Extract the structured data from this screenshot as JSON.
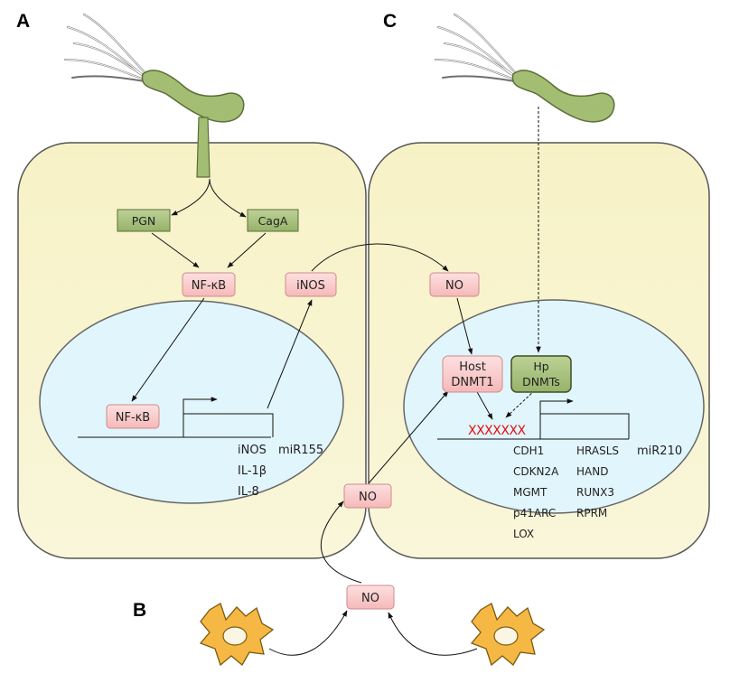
{
  "panels": {
    "a": "A",
    "b": "B",
    "c": "C"
  },
  "panel_a": {
    "pgn": "PGN",
    "caga": "CagA",
    "nfkb_cytoplasm": "NF-κB",
    "inos_cytoplasm": "iNOS",
    "nfkb_nucleus": "NF-κB",
    "targets_col1": [
      "iNOS",
      "IL-1β",
      "IL-8"
    ],
    "target_mirna": "miR155"
  },
  "panel_b": {
    "no_junction": "NO",
    "no_macrophage": "NO"
  },
  "panel_c": {
    "no_cytoplasm": "NO",
    "host_dnmt1": [
      "Host",
      "DNMT1"
    ],
    "hp_dnmts": [
      "Hp",
      "DNMTs"
    ],
    "methylation_marks": "XXXXXXX",
    "genes_col1": [
      "CDH1",
      "CDKN2A",
      "MGMT",
      "p41ARC",
      "LOX"
    ],
    "genes_col2": [
      "HRASLS",
      "HAND",
      "RUNX3",
      "RPRM"
    ],
    "target_mirna": "miR210"
  },
  "colors": {
    "cell_fill": "#f8f4cf",
    "nucleus_fill": "#e1f5fc",
    "pink_box": "#f9c8c8",
    "green_box": "#a9c17e",
    "bacterium": "#a3bd72",
    "macrophage": "#f6b844",
    "methylation": "#e01010"
  }
}
